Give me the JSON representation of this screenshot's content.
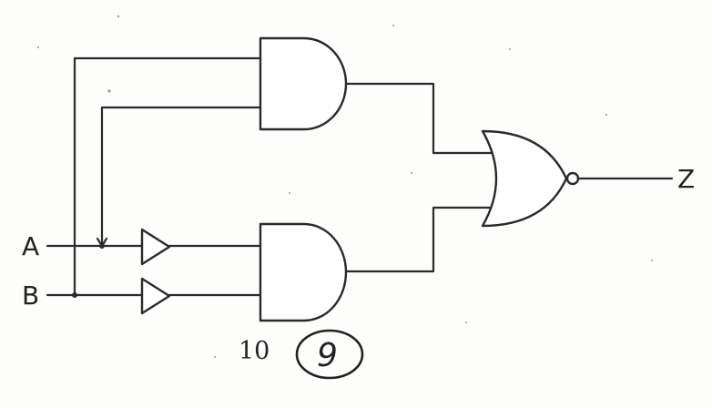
{
  "inputs": {
    "a_label": "A",
    "b_label": "B"
  },
  "output": {
    "label": "Z"
  },
  "figure": {
    "number": "10",
    "circled_mark": "9"
  }
}
